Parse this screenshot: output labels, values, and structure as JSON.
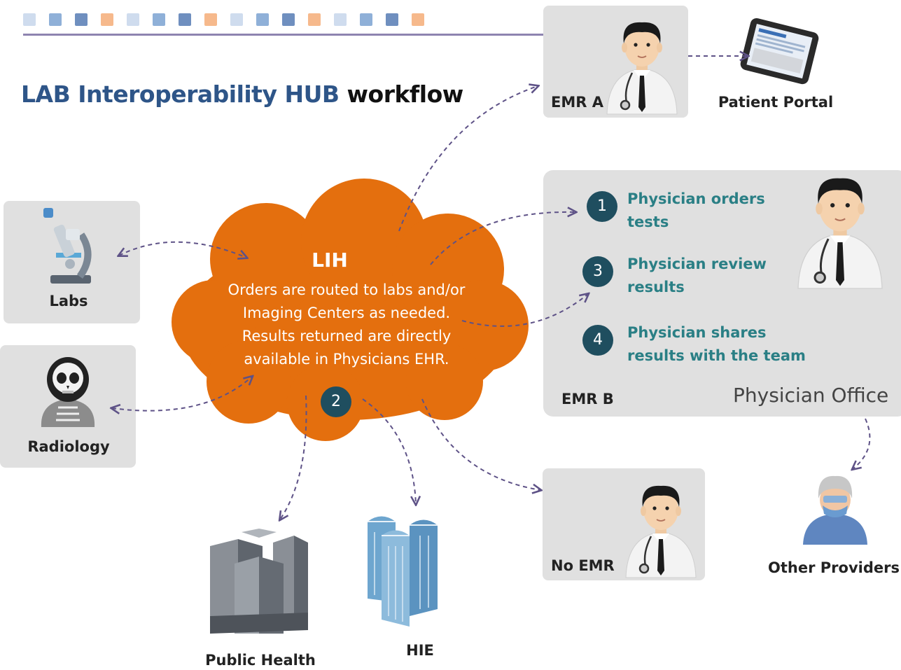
{
  "title": {
    "part1": "LAB Interoperability HUB",
    "part2": "workflow"
  },
  "header_squares": [
    "#cfdcee",
    "#8fb0d8",
    "#6f8fbf",
    "#f6b98c",
    "#cfdcee",
    "#8fb0d8",
    "#6f8fbf",
    "#f6b98c",
    "#cfdcee",
    "#8fb0d8",
    "#6f8fbf",
    "#f6b98c",
    "#cfdcee",
    "#8fb0d8",
    "#6f8fbf",
    "#f6b98c"
  ],
  "colors": {
    "cloud": "#e46f0e",
    "step_badge": "#1f4e5f",
    "step_text": "#2a7f85",
    "arrow": "#5e5287",
    "title_blue": "#2e5588"
  },
  "hub": {
    "name": "LIH",
    "lines": [
      "Orders are routed to labs and/or",
      "Imaging Centers as needed.",
      "Results returned are directly",
      "available in Physicians EHR."
    ],
    "step_number": "2"
  },
  "nodes": {
    "emr_a": "EMR A",
    "patient_portal": "Patient Portal",
    "labs": "Labs",
    "radiology": "Radiology",
    "emr_b": "EMR B",
    "physician_office": "Physician Office",
    "no_emr": "No EMR",
    "other_providers": "Other Providers",
    "public_health": "Public Health",
    "hie": "HIE"
  },
  "steps": [
    {
      "number": "1",
      "line1": "Physician orders",
      "line2": "tests"
    },
    {
      "number": "3",
      "line1": "Physician review",
      "line2": "results"
    },
    {
      "number": "4",
      "line1": "Physician shares",
      "line2": "results with the team"
    }
  ],
  "icons": [
    "doctor-icon",
    "tablet-icon",
    "microscope-icon",
    "skull-xray-icon",
    "surgeon-icon",
    "office-building-icon",
    "skyscraper-icon"
  ]
}
